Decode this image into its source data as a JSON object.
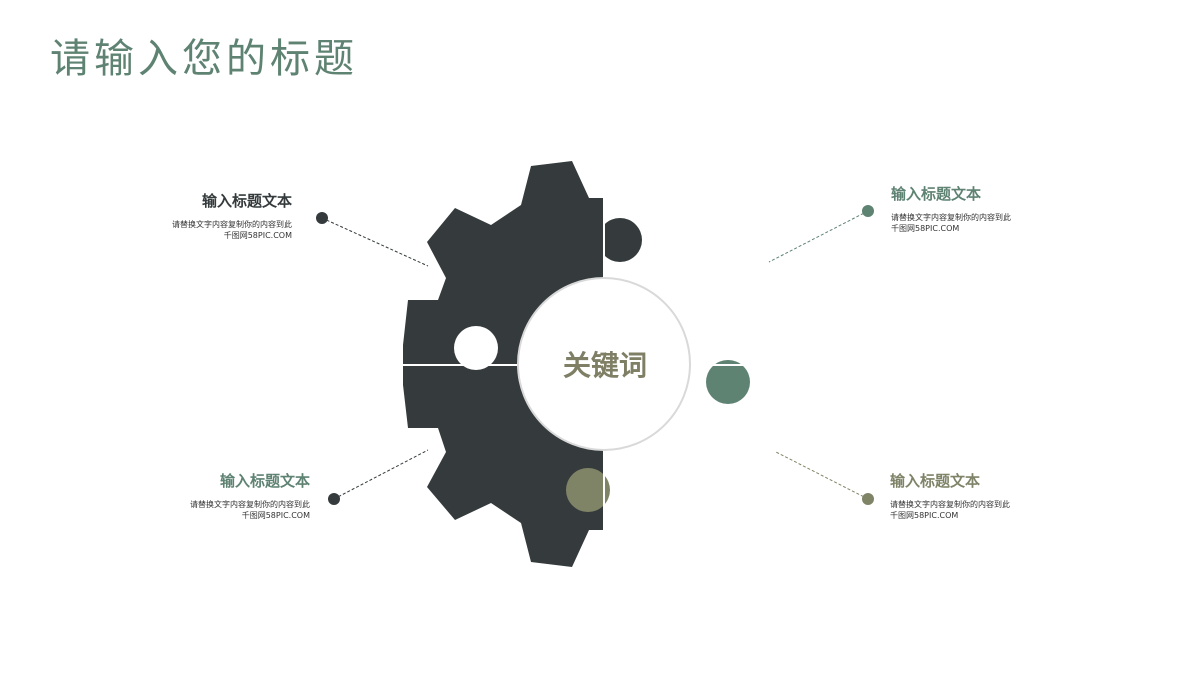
{
  "title": "请输入您的标题",
  "center_keyword": "关键词",
  "colors": {
    "dark": "#353b3d",
    "green": "#5f8373",
    "olive": "#808467",
    "title": "#5f8373"
  },
  "blocks": {
    "top_left": {
      "heading": "输入标题文本",
      "line1": "请替换文字内容复制你的内容到此",
      "line2": "千图网58PIC.COM"
    },
    "top_right": {
      "heading": "输入标题文本",
      "line1": "请替换文字内容复制你的内容到此",
      "line2": "千图网58PIC.COM"
    },
    "bottom_left": {
      "heading": "输入标题文本",
      "line1": "请替换文字内容复制你的内容到此",
      "line2": "千图网58PIC.COM"
    },
    "bottom_right": {
      "heading": "输入标题文本",
      "line1": "请替换文字内容复制你的内容到此",
      "line2": "千图网58PIC.COM"
    }
  }
}
